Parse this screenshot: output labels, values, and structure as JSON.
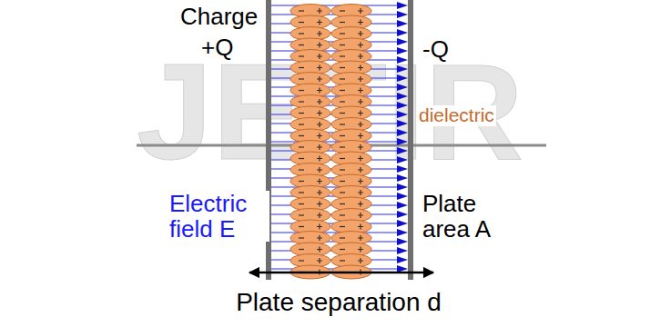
{
  "diagram": {
    "labels": [
      "JETIR",
      "Charge",
      "+Q",
      "-Q",
      "dielectric",
      "Electric field E",
      "Plate area A",
      "Plate separation d"
    ]
  }
}
